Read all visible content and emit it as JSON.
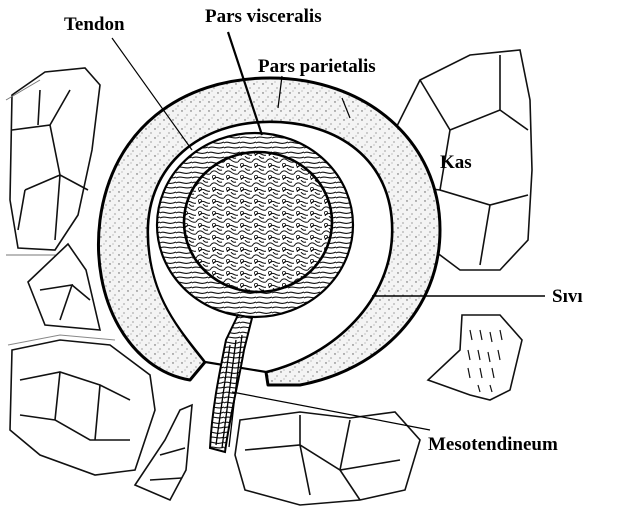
{
  "labels": {
    "tendon": "Tendon",
    "pars_visceralis": "Pars visceralis",
    "pars_parietalis": "Pars parietalis",
    "kas": "Kas",
    "sivi": "Sıvı",
    "mesotendineum": "Mesotendineum"
  },
  "colors": {
    "ink": "#000000",
    "stipple_fill": "#f2f2f2",
    "background": "#ffffff"
  }
}
